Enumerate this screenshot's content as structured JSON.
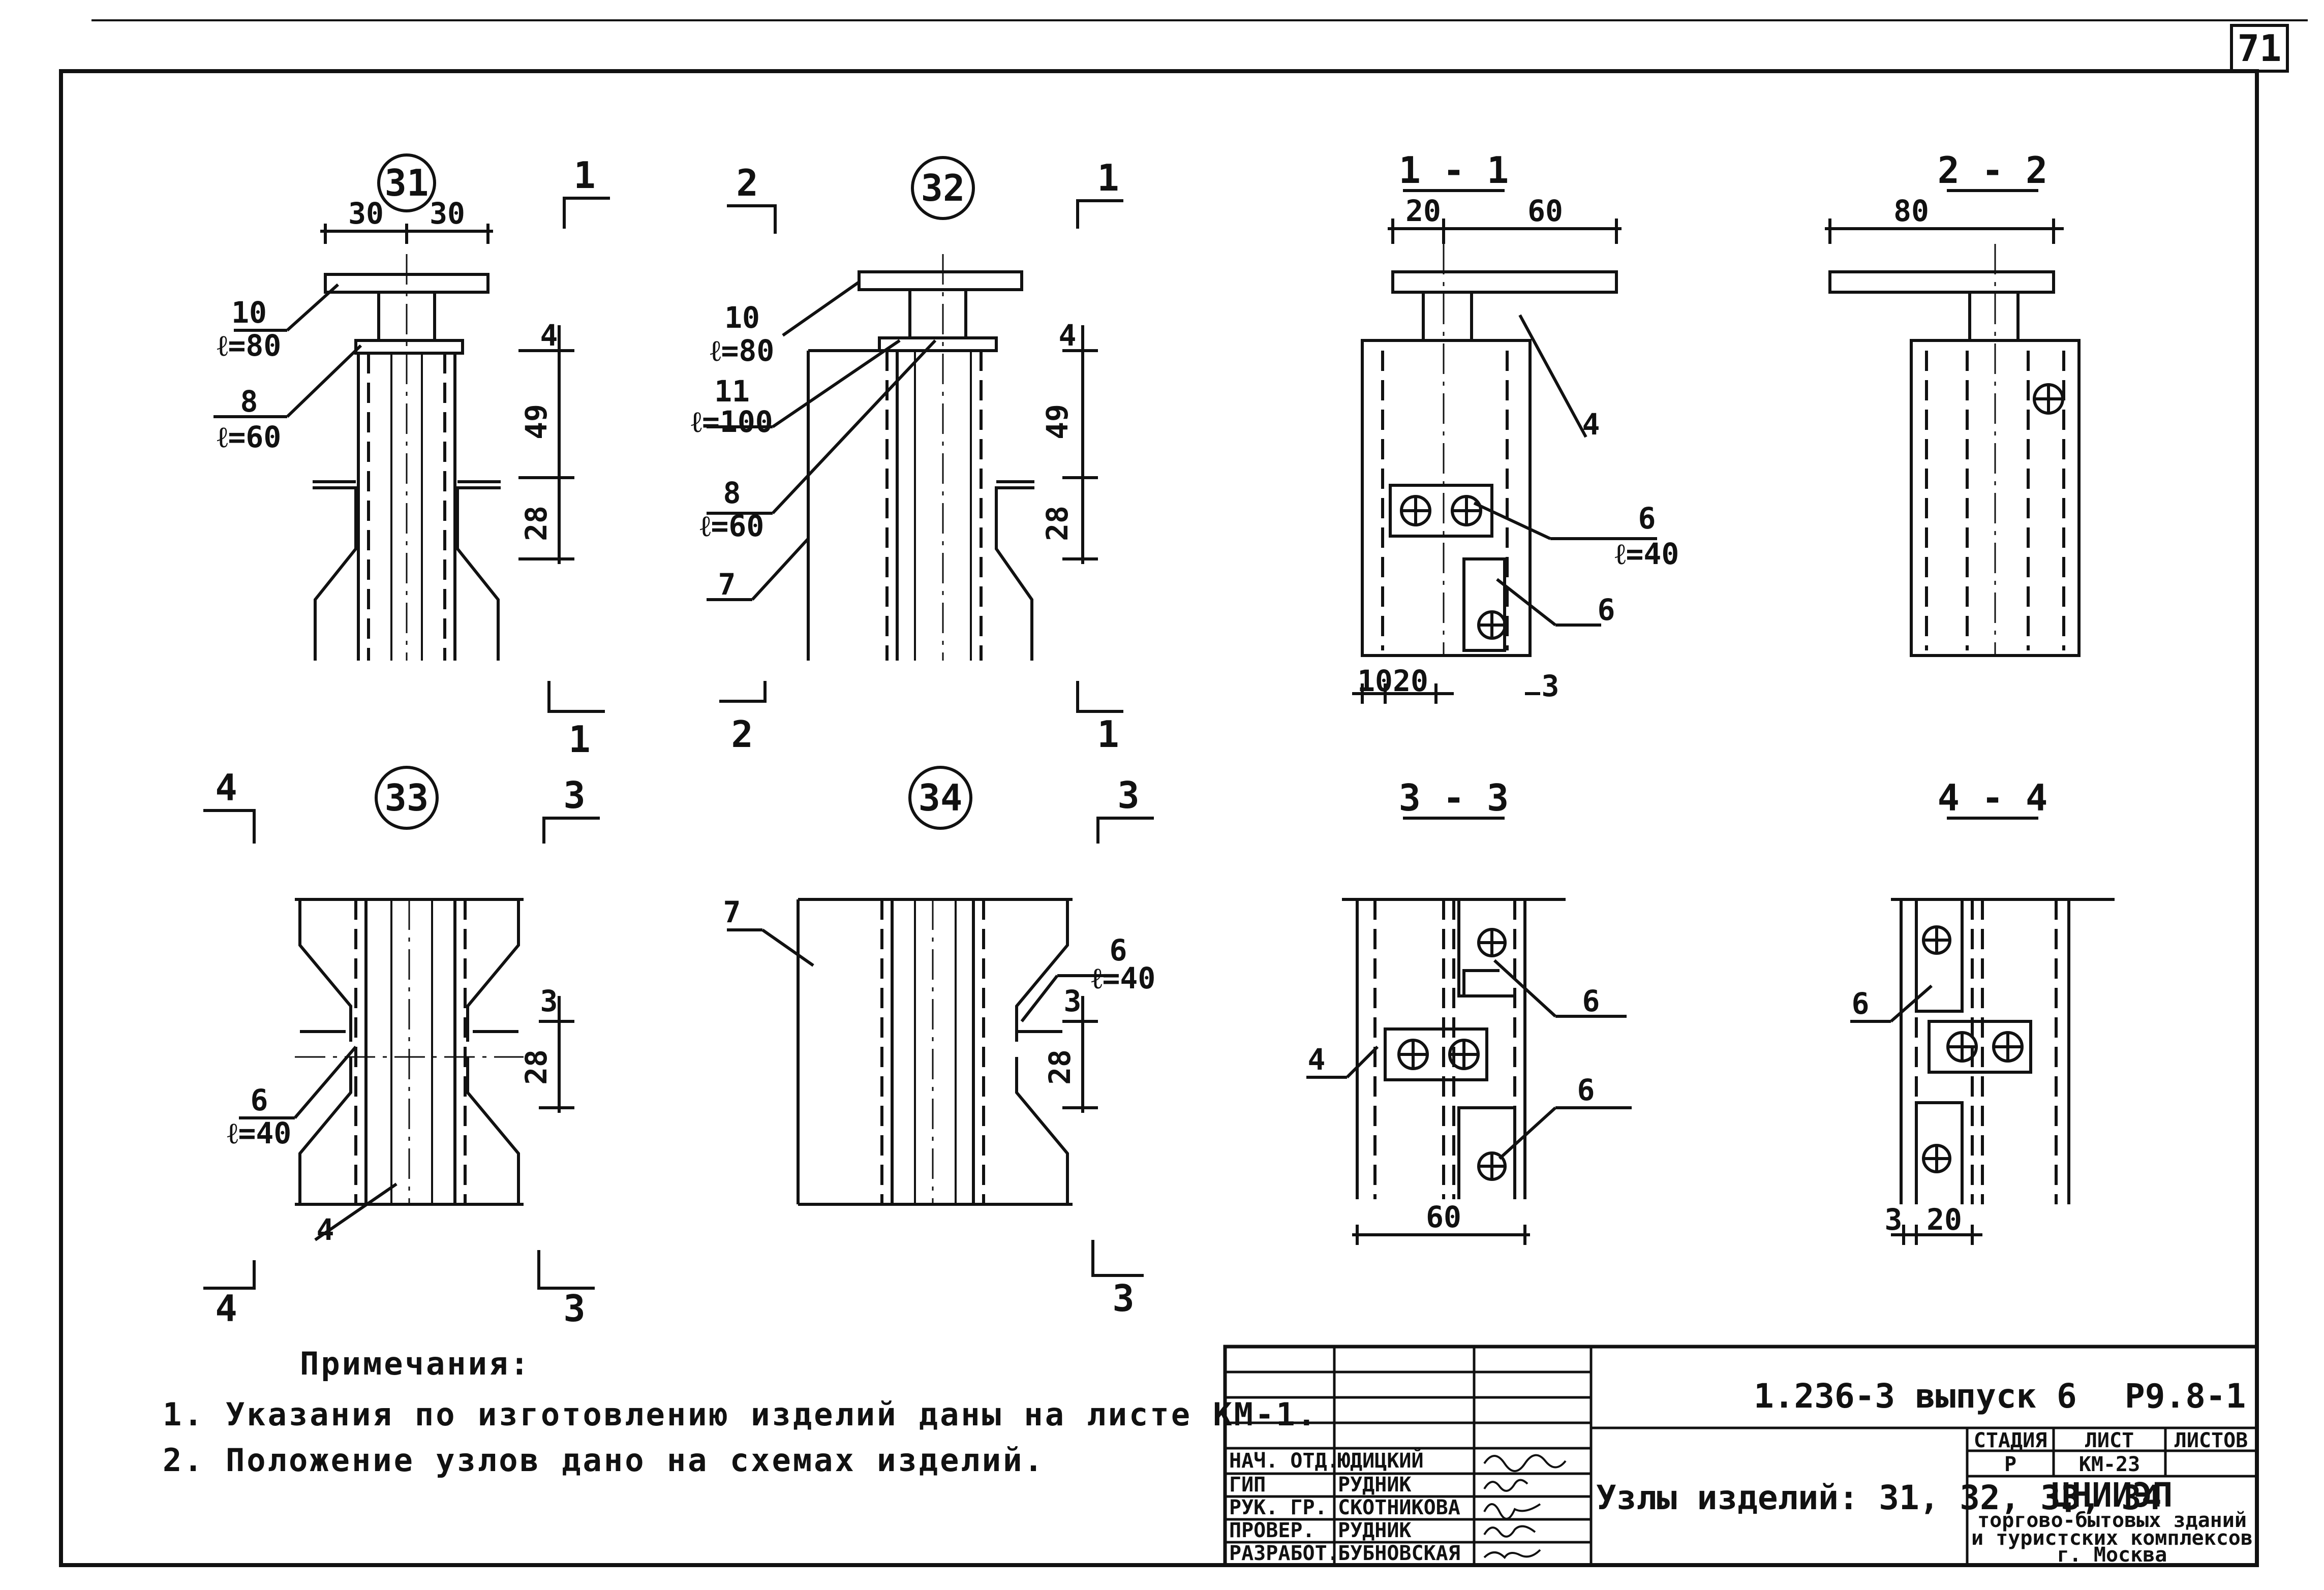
{
  "sheet_number": "71",
  "nodes": {
    "n31": "31",
    "n32": "32",
    "n33": "33",
    "n34": "34"
  },
  "sections": {
    "s11": "1 - 1",
    "s22": "2 - 2",
    "s33": "3 - 3",
    "s44": "4 - 4",
    "cut1": "1",
    "cut2": "2",
    "cut3": "3",
    "cut4": "4"
  },
  "dims": {
    "d30": "30",
    "d60": "60",
    "d80": "80",
    "d20": "20",
    "d10": "10",
    "d3": "3",
    "d4": "4",
    "d49": "49",
    "d28": "28"
  },
  "labels": {
    "p10": "10",
    "l80": "ℓ=80",
    "p8": "8",
    "l60": "ℓ=60",
    "p11": "11",
    "l100": "ℓ=100",
    "p7": "7",
    "p4": "4",
    "p6": "6",
    "l40": "ℓ=40"
  },
  "notes": {
    "title": "Примечания:",
    "items": [
      "1. Указания по изготовлению изделий даны на листе КМ-1.",
      "2. Положение узлов дано на схемах изделий."
    ]
  },
  "title_block": {
    "code": "1.236-3  выпуск 6",
    "mark": "Р9.8-1",
    "title": "Узлы изделий: 31, 32, 33, 34",
    "roles": [
      "НАЧ. ОТД.",
      "ГИП",
      "РУК. ГР.",
      "ПРОВЕР.",
      "РАЗРАБОТ."
    ],
    "names": [
      "ЮДИЦКИЙ",
      "РУДНИК",
      "СКОТНИКОВА",
      "РУДНИК",
      "БУБНОВСКАЯ"
    ],
    "stage_header": "СТАДИЯ",
    "sheet_header": "ЛИСТ",
    "sheets_header": "ЛИСТОВ",
    "stage": "Р",
    "sheet": "КМ-23",
    "org": "ЦНИИЭП",
    "org_line1": "торгово-бытовых зданий",
    "org_line2": "и туристских комплексов",
    "org_line3": "г. Москва"
  }
}
